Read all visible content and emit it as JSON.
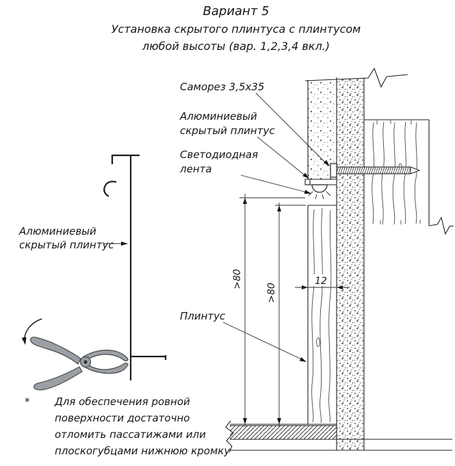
{
  "title": {
    "line1": "Вариант 5",
    "line2": "Установка скрытого плинтуса с плинтусом",
    "line3": "любой высоты (вар. 1,2,3,4 вкл.)"
  },
  "section": {
    "labels": {
      "screw": "Саморез 3,5х35",
      "aluminum": [
        "Алюминиевый",
        "скрытый плинтус"
      ],
      "led": [
        "Светодиодная",
        "лента"
      ],
      "plinth": "Плинтус"
    },
    "dimensions": {
      "height_outer": ">80",
      "height_inner": ">80",
      "thickness": "12"
    }
  },
  "profile": {
    "label": [
      "Алюминиевый",
      "скрытый плинтус"
    ]
  },
  "footnote": {
    "marker": "*",
    "lines": [
      "Для обеспечения ровной",
      "поверхности достаточно",
      "отломить пассатижами или",
      "плоскогубцами нижнюю кромку"
    ]
  },
  "colors": {
    "line": "#1c1c1c",
    "metal": "#9aa0a5",
    "background": "#ffffff"
  }
}
